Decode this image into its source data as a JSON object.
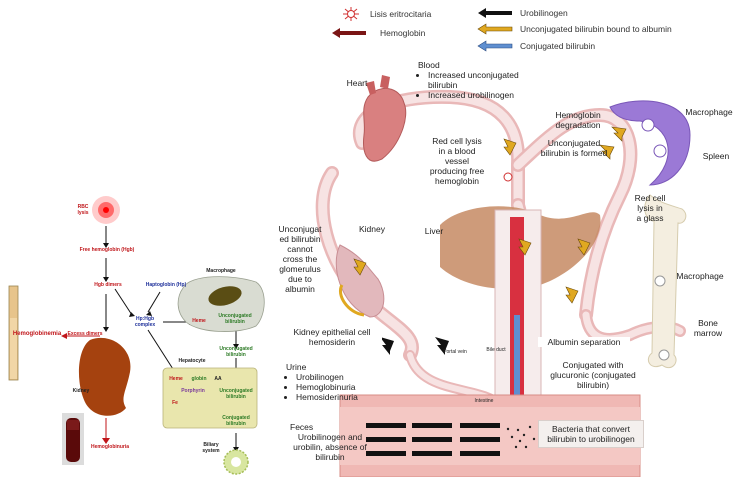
{
  "legend": {
    "lysis": "Lisis eritrocitaria",
    "hemoglobin": "Hemoglobin",
    "urobilinogen": "Urobilinogen",
    "unconjugated_albumin": "Unconjugated bilirubin bound to albumin",
    "conjugated": "Conjugated bilirubin"
  },
  "colors": {
    "hemoglobin": "#7a1515",
    "urobilinogen": "#111111",
    "unconjugated": "#e0a820",
    "conjugated": "#5f8fd0",
    "vessel": "#f2c9c9",
    "spleen": "#9b79d6",
    "liver": "#c58a63",
    "kidney_panel": "#a5420f",
    "hepatocyte_panel": "#e9e6ad"
  },
  "left_panel": {
    "rbc_lysis": "RBC\nlysis",
    "free_hgb": "Free hemoglobin (Hgb)",
    "hgb_dimers": "Hgb dimers",
    "haptoglobin": "Haptoglobin (Hp)",
    "hp_hgb": "Hp:Hgb\ncomplex",
    "macrophage": "Macrophage",
    "heme": "Heme",
    "unconj_bili": "Unconjugated\nbilirubin",
    "hemoglobinemia": "Hemoglobinemia",
    "excess_dimers": "Excess dimers",
    "kidney": "Kidney",
    "hemoglobinuria": "Hemoglobinuria",
    "hepatocyte": "Hepatocyte",
    "heme2": "Heme",
    "globin": "globin",
    "aa": "AA",
    "porphyrin": "Porphyrin",
    "fe": "Fe",
    "unconj_bili2": "Unconjugated\nbilirubin",
    "unconj_bili3": "Unconjugated\nbilirubin",
    "conj_bili": "Conjugated\nbilirubin",
    "biliary": "Biliary\nsystem"
  },
  "main": {
    "heart": "Heart",
    "blood_title": "Blood",
    "blood_items": [
      "Increased unconjugated bilirubin",
      "Increased urobilinogen"
    ],
    "red_cell_lysis_vessel": "Red cell lysis in a blood vessel producing free hemoglobin",
    "hemoglobin_degradation": "Hemoglobin degradation",
    "unconj_formed": "Unconjugated bilirubin is formed",
    "macrophage_top": "Macrophage",
    "spleen": "Spleen",
    "red_cell_lysis_glass": "Red cell lysis in a glass",
    "kidney": "Kidney",
    "liver": "Liver",
    "unconj_cannot": "Unconjugat ed bilirubin cannot cross the glomerulus due to albumin",
    "macrophage_mid": "Macrophage",
    "bone_marrow": "Bone marrow",
    "kidney_epithelial": "Kidney epithelial cell hemosiderin",
    "albumin_sep": "Albumin separation",
    "portal_vein": "Portal vein",
    "bile_duct": "Bile duct",
    "conjugated_glucuronic": "Conjugated with glucuronic (conjugated bilirubin)",
    "urine_title": "Urine",
    "urine_items": [
      "Urobilinogen",
      "Hemoglobinuria",
      "Hemosiderinuria"
    ],
    "intestine": "Intestine",
    "feces_title": "Feces",
    "feces_text": "Urobilinogen and urobilin, absence of bilirubin",
    "bacteria": "Bacteria that convert bilirubin to urobilinogen"
  }
}
